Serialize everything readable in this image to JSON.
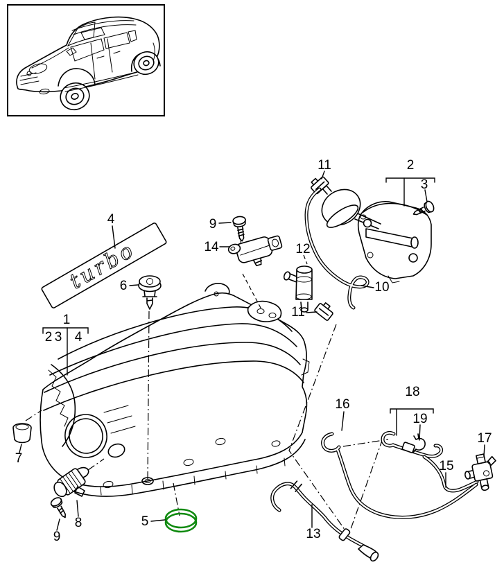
{
  "page": {
    "type": "parts-catalog-exploded-diagram",
    "background": "#ffffff",
    "colors": {
      "line": "#000000",
      "highlight_green": "#0f8a0f"
    }
  },
  "thumbnail": {
    "icon": "suv-line-art-icon"
  },
  "badge": {
    "text": "turbo"
  },
  "callouts": {
    "item1": "1",
    "group1_a": "2",
    "group1_b": "3",
    "group1_c": "4",
    "item4": "4",
    "item9_top": "9",
    "item14": "14",
    "item6": "6",
    "item11_top": "11",
    "item2": "2",
    "item3": "3",
    "item12": "12",
    "item10": "10",
    "item11_bottom": "11",
    "item7": "7",
    "item8": "8",
    "item9_bottom": "9",
    "item5": "5",
    "item13": "13",
    "item16": "16",
    "item18": "18",
    "item19": "19",
    "item15": "15",
    "item17": "17"
  }
}
